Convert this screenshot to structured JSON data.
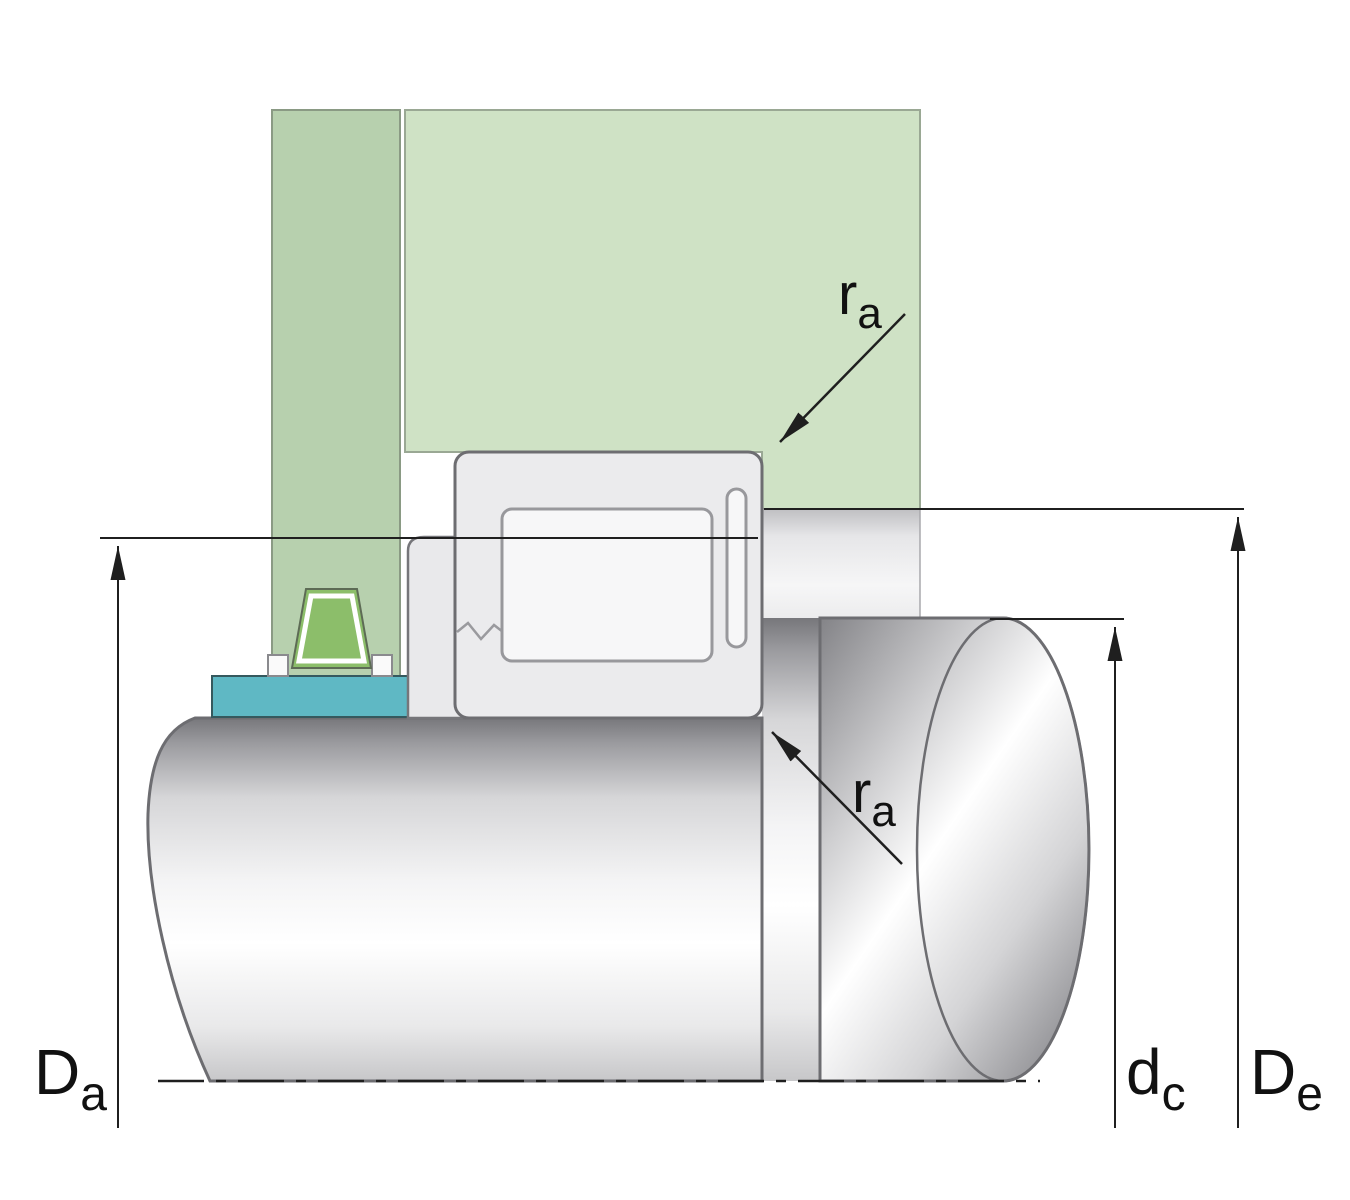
{
  "diagram": {
    "type": "bearing-mounting-cross-section",
    "labels": {
      "Da": {
        "base": "D",
        "sub": "a"
      },
      "dc": {
        "base": "d",
        "sub": "c"
      },
      "De": {
        "base": "D",
        "sub": "e"
      },
      "ra_top": {
        "base": "r",
        "sub": "a"
      },
      "ra_bottom": {
        "base": "r",
        "sub": "a"
      }
    },
    "colors": {
      "housing_green_light": "#cfe2c5",
      "housing_green_dark": "#b7d0ae",
      "ring_teal": "#5fb8c4",
      "seal_green": "#8cbe6a",
      "bearing_gray": "#ebebed",
      "roller_white": "#f7f7f8",
      "cover_gray": "#e9e9eb",
      "outline_gray": "#6d6d71",
      "line_black": "#1f1f1f"
    }
  }
}
